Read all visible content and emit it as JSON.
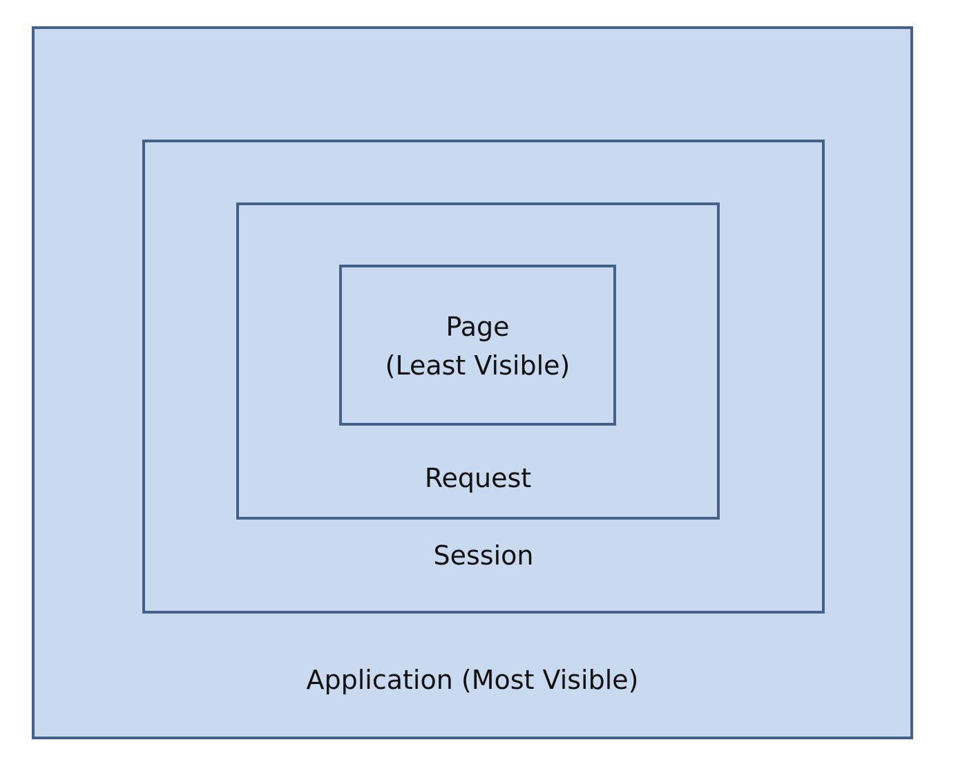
{
  "diagram": {
    "box_color": "#c9d9ef",
    "border_color": "#44618a",
    "scopes": {
      "application": "Application (Most Visible)",
      "session": "Session",
      "request": "Request",
      "page_line1": "Page",
      "page_line2": "(Least Visible)"
    }
  }
}
